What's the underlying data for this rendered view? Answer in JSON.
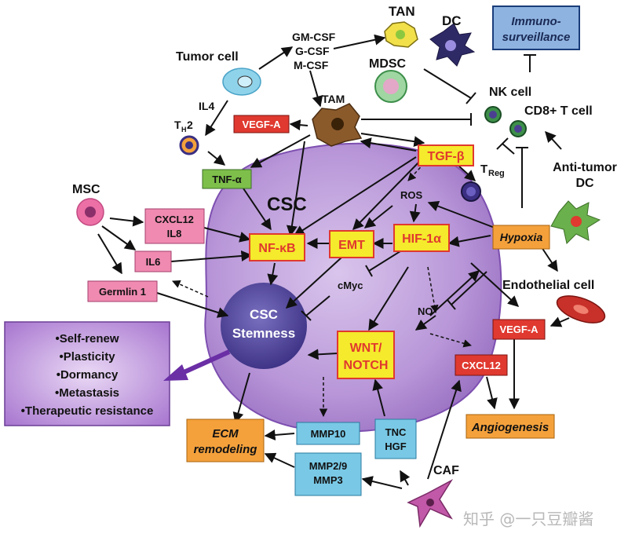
{
  "colors": {
    "csc_cell": "#b99ad6",
    "stemness_core": "#4a3f91",
    "red_box": "#e0392f",
    "yellow_box": "#f5ea2b",
    "green_box": "#7dbf4a",
    "pink_box": "#f08ab0",
    "orange_box": "#f4a13c",
    "cyan_box": "#79c9e6",
    "blue_box": "#8fb3e0",
    "purple_panel": "#9b6cc0",
    "arrow": "#111111"
  },
  "labels": {
    "tumor_cell": "Tumor cell",
    "csf_1": "GM-CSF",
    "csf_2": "G-CSF",
    "csf_3": "M-CSF",
    "tan": "TAN",
    "dc_top": "DC",
    "mdsc": "MDSC",
    "immuno_1": "Immuno-",
    "immuno_2": "surveillance",
    "nk_cell": "NK cell",
    "cd8": "CD8+ T cell",
    "tam": "TAM",
    "il4": "IL4",
    "th2_t": "T",
    "th2_h": "H",
    "th2_2": "2",
    "vegfa_top": "VEGF-A",
    "tgfb": "TGF-β",
    "treg_t": "T",
    "treg_reg": "Reg",
    "anti_tumor_1": "Anti-tumor",
    "anti_tumor_2": "DC",
    "tnfa": "TNF-α",
    "csc": "CSC",
    "msc": "MSC",
    "ros": "ROS",
    "cxcl12_top_1": "CXCL12",
    "cxcl12_top_2": "IL8",
    "nfkb": "NF-κB",
    "emt": "EMT",
    "hif1a": "HIF-1α",
    "hypoxia": "Hypoxia",
    "il6": "IL6",
    "cmyc": "cMyc",
    "germlin": "Germlin 1",
    "endothelial": "Endothelial cell",
    "csc_stemness_1": "CSC",
    "csc_stemness_2": "Stemness",
    "no": "NO",
    "vegfa_right": "VEGF-A",
    "wnt_1": "WNT/",
    "wnt_2": "NOTCH",
    "cxcl12_right": "CXCL12",
    "mmp10": "MMP10",
    "tnc_1": "TNC",
    "tnc_2": "HGF",
    "ecm_1": "ECM",
    "ecm_2": "remodeling",
    "angiogenesis": "Angiogenesis",
    "caf": "CAF",
    "mmp29_1": "MMP2/9",
    "mmp29_2": "MMP3",
    "watermark": "知乎 @一只豆瓣酱"
  },
  "properties": [
    "•Self-renew",
    "•Plasticity",
    "•Dormancy",
    "•Metastasis",
    "•Therapeutic resistance"
  ]
}
